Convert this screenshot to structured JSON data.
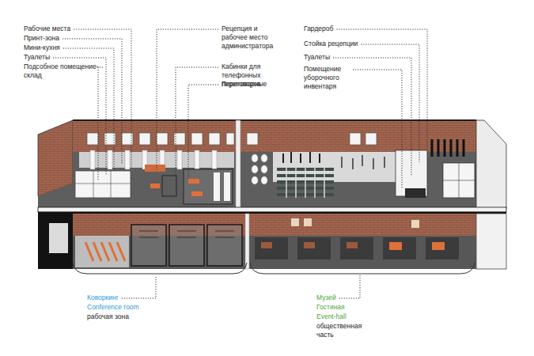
{
  "diagram": {
    "labels": [
      "Рабочие места",
      "Принт-зона",
      "Мини-кухня",
      "Туалеты",
      "Подсобное помещение-склад",
      "Рецепция и рабочее место администратора",
      "Кабинки для телефонных переговоров",
      "Переговорные",
      "Гардероб",
      "Стойка рецепции",
      "Туалеты",
      "Помещение уборочного инвентаря",
      "Коворкинг",
      "Conference room",
      "рабочая зона",
      "Музей",
      "Гостиная",
      "Event-hall",
      "общественная часть"
    ]
  }
}
